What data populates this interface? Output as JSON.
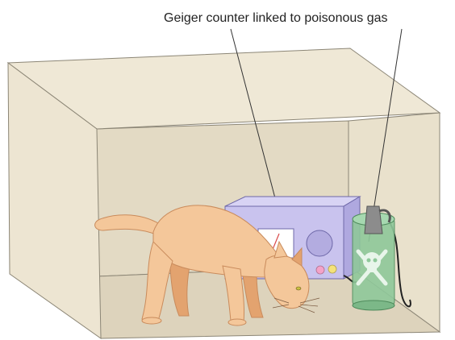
{
  "caption": "Geiger counter linked to poisonous gas",
  "colors": {
    "box_face": "#EDE5D2",
    "box_interior": "#E2D9C3",
    "box_edge": "#8C8676",
    "device_body": "#C9C3EE",
    "device_side": "#AFA8DF",
    "cat_fur": "#F4C79A",
    "cat_shadow": "#E3A36F",
    "gas_bottle": "#8FC89A",
    "skull": "#E8F5EA",
    "leader_line": "#333333"
  },
  "objects": {
    "box": "open-box",
    "device": "geiger-counter",
    "container": "poison-gas-bottle",
    "animal": "cat"
  }
}
